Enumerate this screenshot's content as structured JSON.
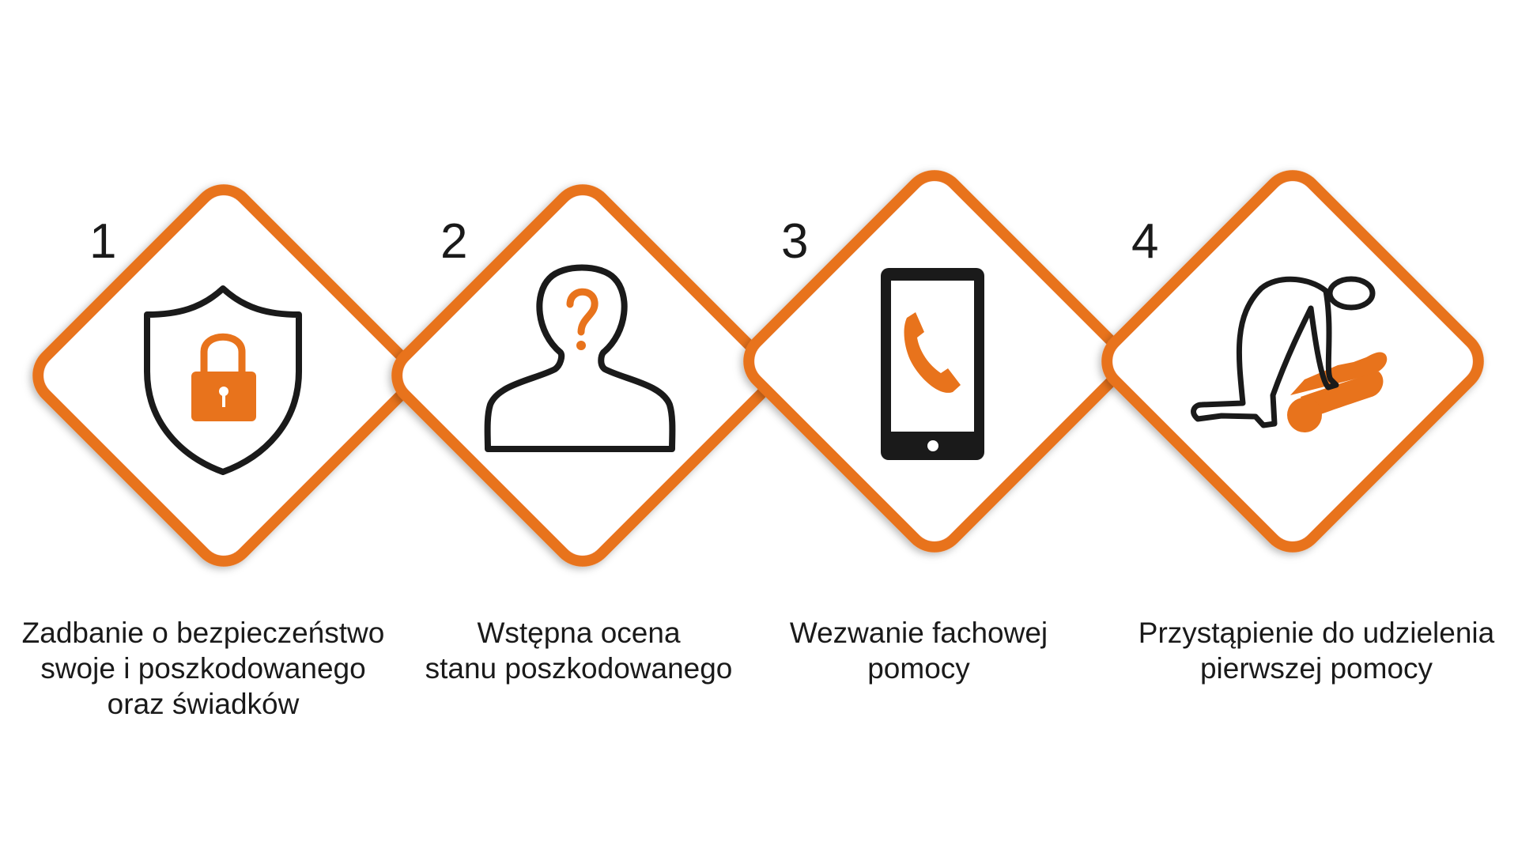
{
  "colors": {
    "accent": "#E8731C",
    "outline": "#1a1a1a",
    "background": "#ffffff"
  },
  "steps": [
    {
      "number": "1",
      "caption": "Zadbanie o bezpieczeństwo\nswoje i poszkodowanego\noraz świadków",
      "icon": "shield-lock-icon"
    },
    {
      "number": "2",
      "caption": "Wstępna ocena\nstanu poszkodowanego",
      "icon": "person-question-icon"
    },
    {
      "number": "3",
      "caption": "Wezwanie fachowej\npomocy",
      "icon": "phone-call-icon"
    },
    {
      "number": "4",
      "caption": "Przystąpienie do udzielenia\npierwszej pomocy",
      "icon": "first-aid-cpr-icon"
    }
  ]
}
